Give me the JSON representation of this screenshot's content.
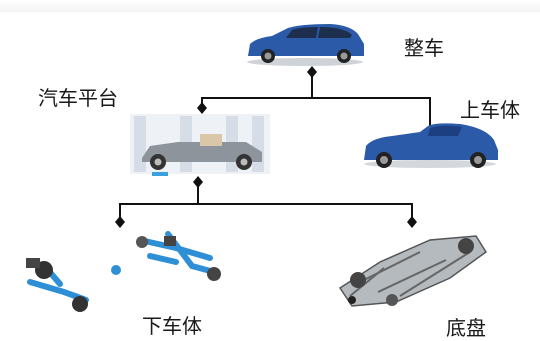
{
  "labels": {
    "whole_vehicle": "整车",
    "vehicle_platform": "汽车平台",
    "upper_body": "上车体",
    "lower_body": "下车体",
    "chassis": "底盘"
  },
  "colors": {
    "car_body": "#2a5aa8",
    "car_dark": "#1b3f80",
    "connector": "#111111",
    "suspension": "#2f8fd6",
    "frame": "#9aa0a6",
    "glass_frame": "#cfd8e3"
  },
  "icons": [
    "hatchback-car-icon",
    "cabriolet-car-icon",
    "platform-skeleton-icon",
    "suspension-parts-icon",
    "chassis-frame-icon"
  ]
}
